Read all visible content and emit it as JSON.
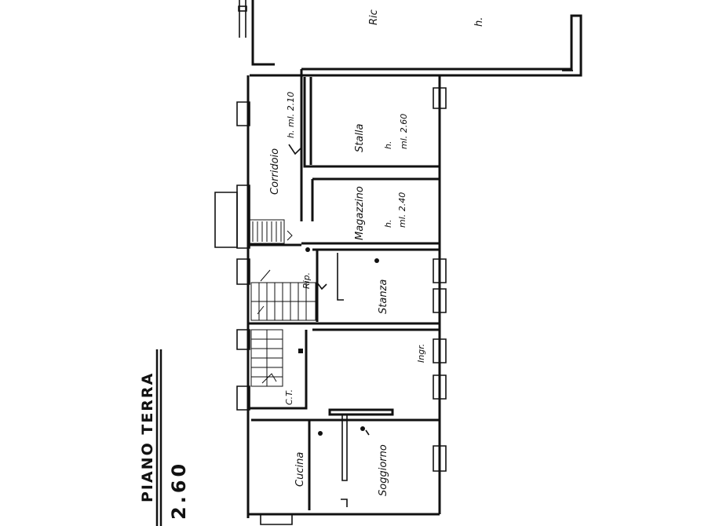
{
  "drawing": {
    "title": "PIANO TERRA",
    "height_value": "2.60"
  },
  "rooms": {
    "top_partial_1": "Ric",
    "top_partial_2": "h.",
    "corridoio": "Corridoio",
    "corridoio_height": "h. ml. 2.10",
    "stalla": "Stalla",
    "stalla_h": "h.",
    "stalla_height": "ml. 2.60",
    "magazzino": "Magazzino",
    "magazzino_h": "h.",
    "magazzino_height": "ml. 2.40",
    "ripostiglio": "Rip.",
    "stanza": "Stanza",
    "ingresso": "Ingr.",
    "centrale_termica": "C.T.",
    "cucina": "Cucina",
    "soggiorno": "Soggiorno"
  }
}
